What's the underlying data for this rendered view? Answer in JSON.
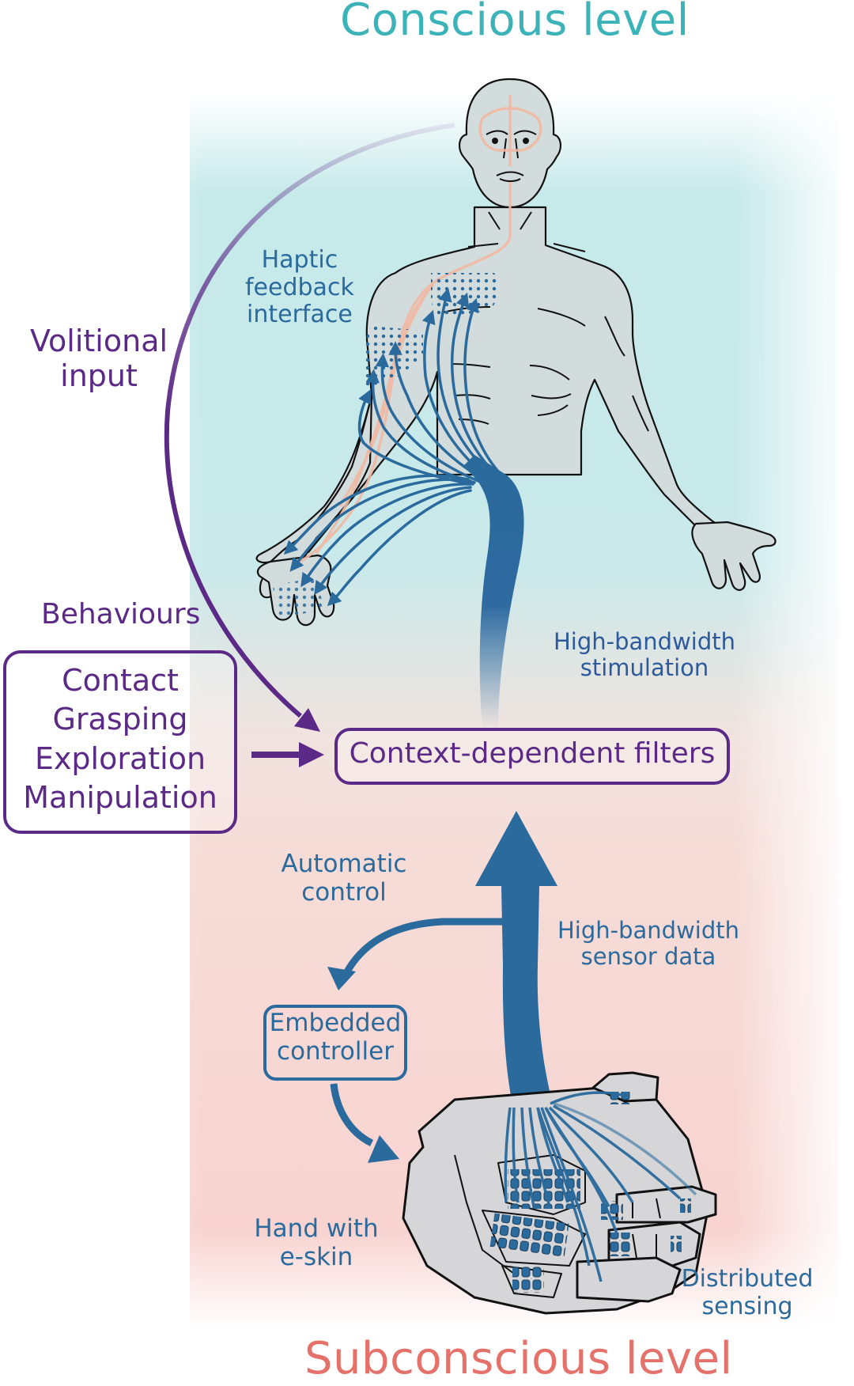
{
  "titles": {
    "top": "Conscious level",
    "bottom": "Subconscious level"
  },
  "labels": {
    "haptic": [
      "Haptic",
      "feedback",
      "interface"
    ],
    "volitional": [
      "Volitional",
      "input"
    ],
    "behaviours_heading": "Behaviours",
    "behaviours": [
      "Contact",
      "Grasping",
      "Exploration",
      "Manipulation"
    ],
    "filters": "Context-dependent filters",
    "stimulation": [
      "High-bandwidth",
      "stimulation"
    ],
    "automatic": [
      "Automatic",
      "control"
    ],
    "sensor_data": [
      "High-bandwidth",
      "sensor data"
    ],
    "embedded": [
      "Embedded",
      "controller"
    ],
    "hand": [
      "Hand with",
      "e-skin"
    ],
    "distributed": [
      "Distributed",
      "sensing"
    ]
  },
  "colors": {
    "conscious_teal": "#3bb3b8",
    "subconscious_salmon": "#e5726a",
    "behaviour_purple": "#5b2a86",
    "signal_blue": "#2a6a9c",
    "upper_background": "#c6e9ea",
    "lower_background": "#f8d3d0",
    "body_fill": "#d3dcdd"
  }
}
